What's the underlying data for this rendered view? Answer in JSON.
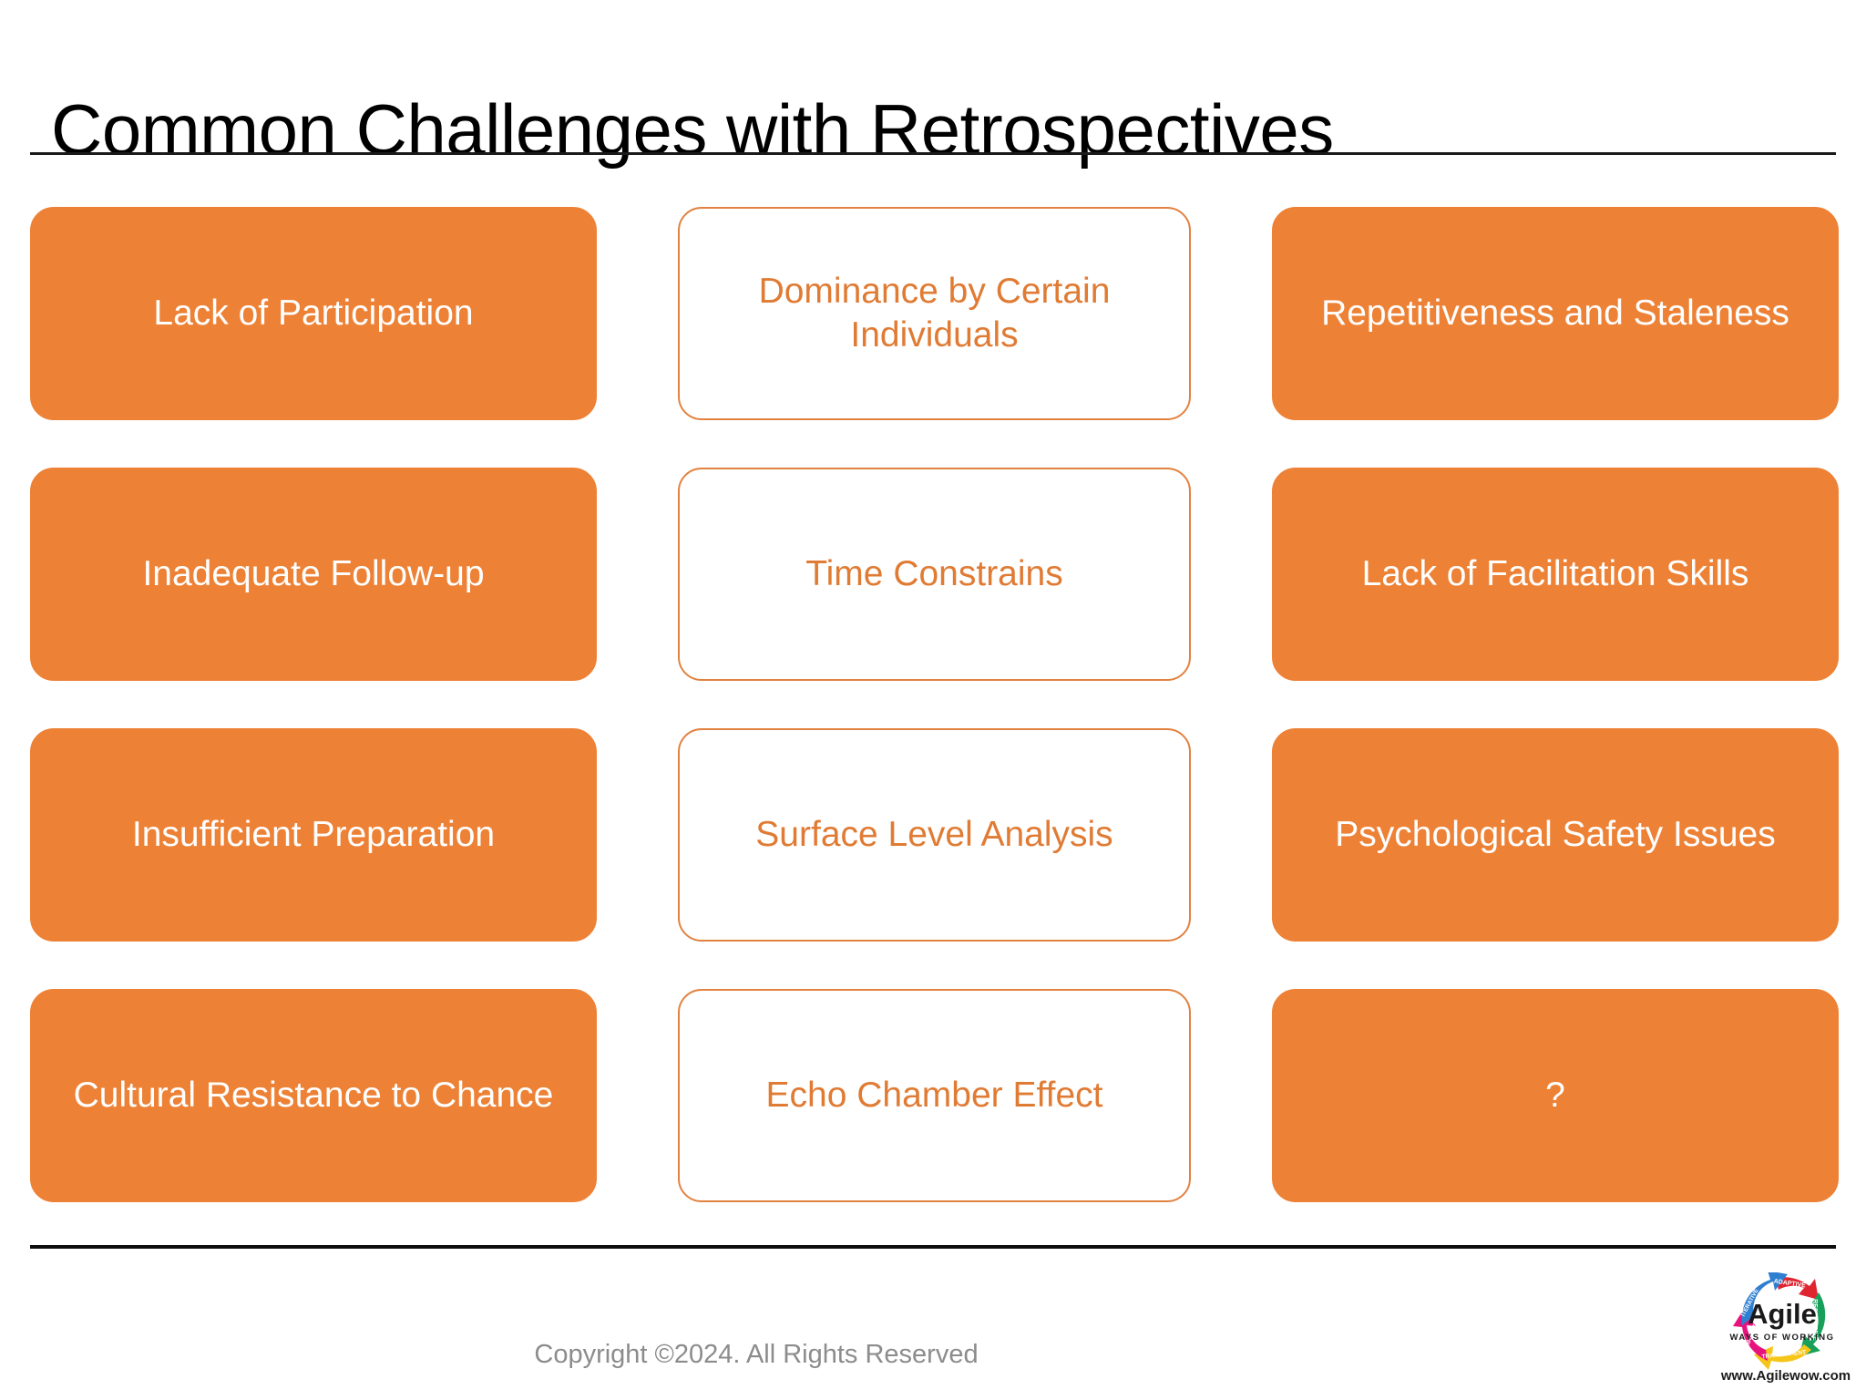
{
  "slide": {
    "title": "Common Challenges with Retrospectives",
    "background_color": "#FFFFFF",
    "accent_color": "#ED8135",
    "outline_text_color": "#E07B34",
    "divider_color": "#000000"
  },
  "cards": [
    {
      "label": "Lack of Participation",
      "style": "filled",
      "column": 1,
      "row": 1
    },
    {
      "label": "Dominance by Certain Individuals",
      "style": "outline",
      "column": 2,
      "row": 1
    },
    {
      "label": "Repetitiveness and Staleness",
      "style": "filled",
      "column": 3,
      "row": 1
    },
    {
      "label": "Inadequate Follow-up",
      "style": "filled",
      "column": 1,
      "row": 2
    },
    {
      "label": "Time Constrains",
      "style": "outline",
      "column": 2,
      "row": 2
    },
    {
      "label": "Lack of Facilitation Skills",
      "style": "filled",
      "column": 3,
      "row": 2
    },
    {
      "label": "Insufficient Preparation",
      "style": "filled",
      "column": 1,
      "row": 3
    },
    {
      "label": "Surface Level Analysis",
      "style": "outline",
      "column": 2,
      "row": 3
    },
    {
      "label": "Psychological Safety Issues",
      "style": "filled",
      "column": 3,
      "row": 3
    },
    {
      "label": "Cultural Resistance to Chance",
      "style": "filled",
      "column": 1,
      "row": 4
    },
    {
      "label": "Echo Chamber Effect",
      "style": "outline",
      "column": 2,
      "row": 4
    },
    {
      "label": "?",
      "style": "filled",
      "column": 3,
      "row": 4
    }
  ],
  "footer": {
    "copyright": "Copyright ©2024. All Rights Reserved"
  },
  "logo": {
    "icon_name": "agile-ways-of-working-logo",
    "wordmark": "Agile",
    "tagline": "WAYS OF WORKING",
    "url": "www.Agilewow.com",
    "segments": [
      {
        "label": "ADAPTIVE",
        "color": "#E02430"
      },
      {
        "label": "RESPONSIVE",
        "color": "#18A05A"
      },
      {
        "label": "TRANSPARENT",
        "color": "#F5C518"
      },
      {
        "label": "COLLABORATIVE",
        "color": "#E8127E"
      },
      {
        "label": "ITERATIVE",
        "color": "#2F7FD1"
      }
    ]
  }
}
